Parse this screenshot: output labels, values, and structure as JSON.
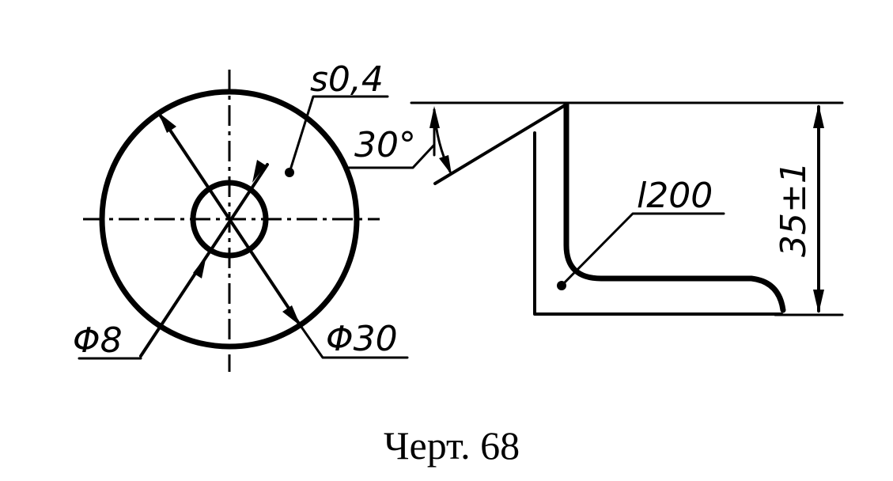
{
  "labels": {
    "thickness": "s0,4",
    "angle": "30°",
    "length": "l200",
    "height": "35±1",
    "inner_diameter": "Φ8",
    "outer_diameter": "Φ30"
  },
  "caption": "Черт. 68"
}
